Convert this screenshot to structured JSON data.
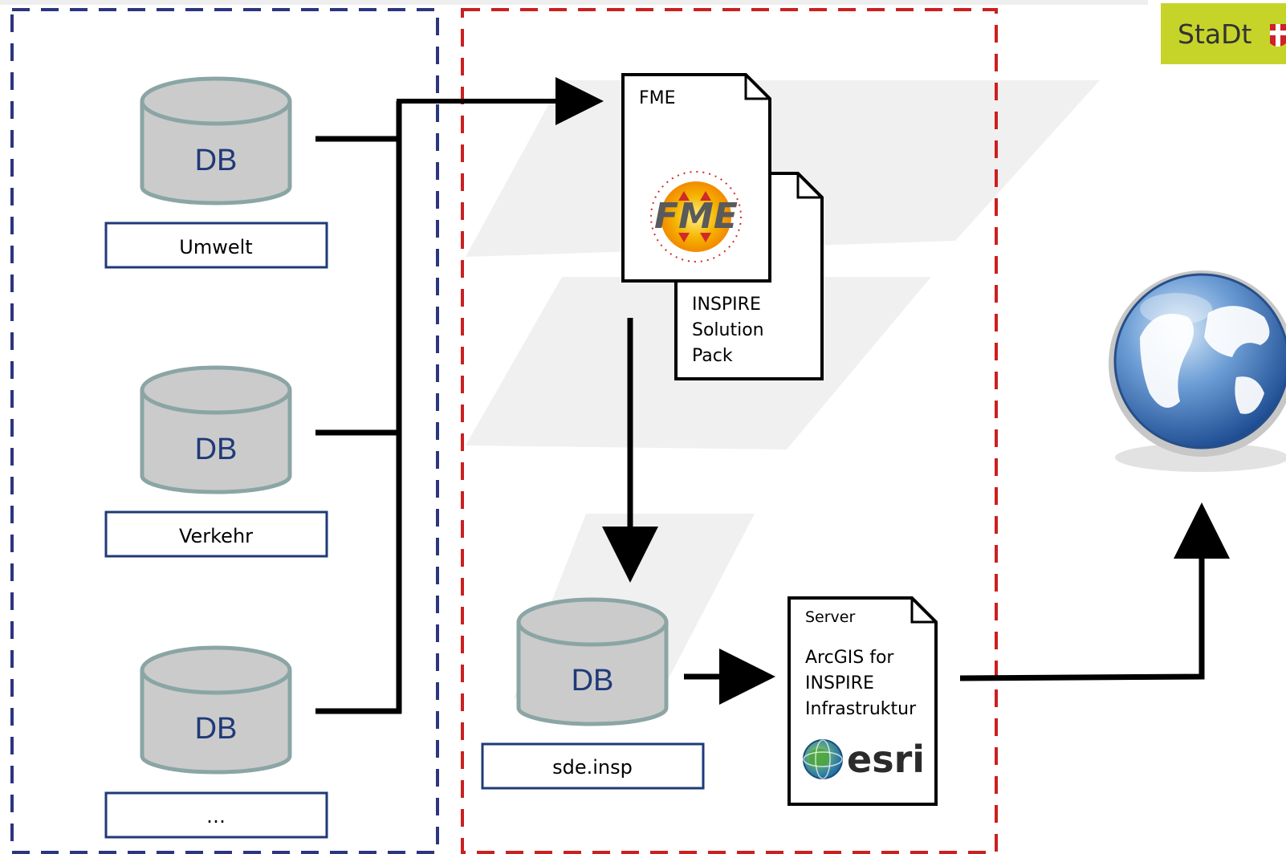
{
  "colors": {
    "source_frame": "#2c3580",
    "target_frame": "#cc1f1f",
    "db_fill": "#cbcbcb",
    "db_stroke": "#8ba5a5",
    "db_text": "#1f3a78",
    "label_border": "#1f3a78",
    "brand_bg": "#c6d42a",
    "globe": "#3a6fb0"
  },
  "brand": {
    "text": "StaDt"
  },
  "sources": [
    {
      "db": "DB",
      "label": "Umwelt"
    },
    {
      "db": "DB",
      "label": "Verkehr"
    },
    {
      "db": "DB",
      "label": "…"
    }
  ],
  "fme_doc": {
    "title": "FME",
    "logo_text": "FME",
    "pack_lines": [
      "INSPIRE",
      "Solution",
      "Pack"
    ]
  },
  "target_db": {
    "db": "DB",
    "label": "sde.insp"
  },
  "server_doc": {
    "title": "Server",
    "lines": [
      "ArcGIS for",
      "INSPIRE",
      "Infrastruktur"
    ],
    "logo_text": "esri"
  },
  "icons": {
    "globe": "globe-icon",
    "fme_logo": "fme-logo-icon",
    "esri_logo": "esri-globe-icon"
  }
}
